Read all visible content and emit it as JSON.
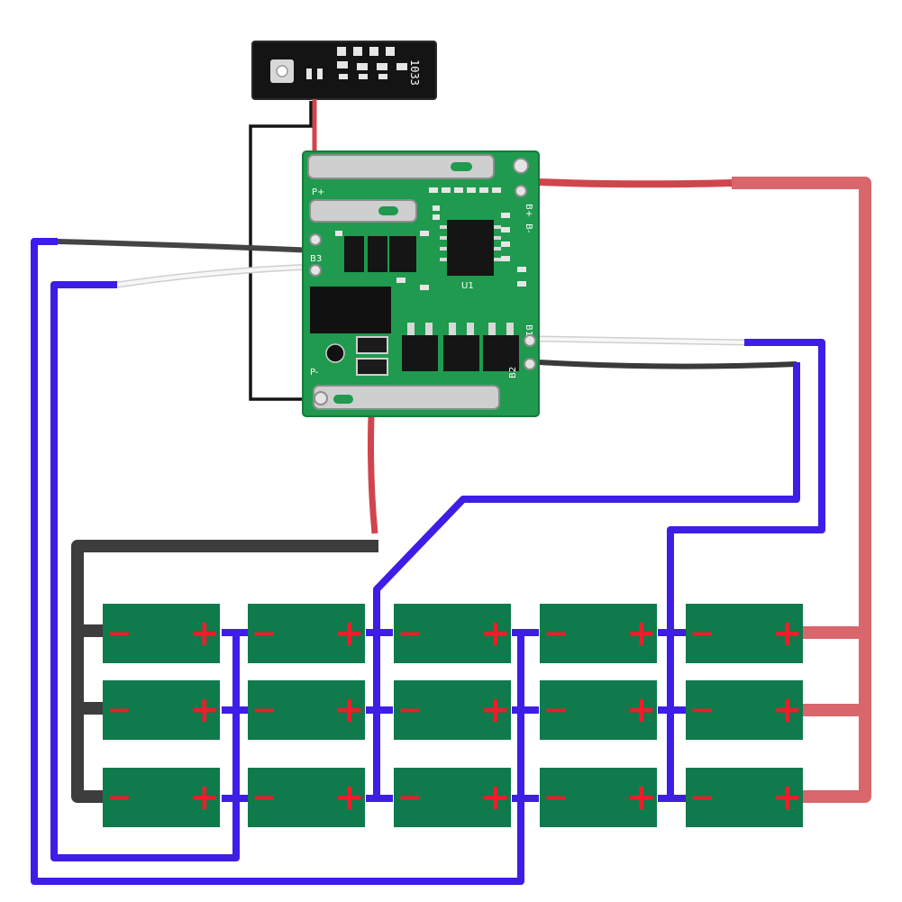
{
  "colors": {
    "background": "#ffffff",
    "cell_fill": "#0f7a4b",
    "cell_sign": "#e8202a",
    "pcb_green": "#1f9a4e",
    "led_board": "#141414",
    "wire_blue": "#3c1ee6",
    "wire_red_thick": "#d9666c",
    "wire_red_thin": "#d0454d",
    "wire_black_thick": "#3d3d3d",
    "wire_black_thin": "#151515",
    "wire_white": "#f4f4f4",
    "wire_grey": "#444444"
  },
  "led_board": {
    "code_label": "1033"
  },
  "bms_board": {
    "silkscreen": {
      "p_plus": "P+",
      "p_minus": "P-",
      "b3": "B3",
      "b2": "B2",
      "b1": "B1",
      "b_plus": "B+",
      "b_minus": "B-",
      "u1": "U1"
    }
  },
  "cells": {
    "columns": 5,
    "rows": 3,
    "minus_sign": "−",
    "plus_sign": "+"
  },
  "icons": {
    "cell": "battery-cell-icon",
    "button": "push-button-icon",
    "mosfet": "mosfet-icon"
  }
}
